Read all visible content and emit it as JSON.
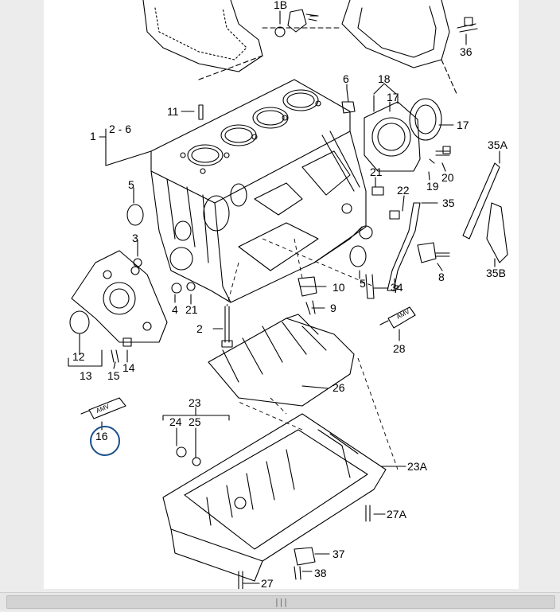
{
  "callouts": {
    "c1B": "1B",
    "c36": "36",
    "c6": "6",
    "c18": "18",
    "c17a": "17",
    "c17b": "17",
    "c11": "11",
    "c1": "1",
    "c2_6": "2 - 6",
    "c35A": "35A",
    "c20": "20",
    "c19": "19",
    "c21a": "21",
    "c22": "22",
    "c35": "35",
    "c5a": "5",
    "c3": "3",
    "c5b": "5",
    "c7": "7",
    "c8": "8",
    "c35B": "35B",
    "c10": "10",
    "c34": "34",
    "c4": "4",
    "c21b": "21",
    "c9": "9",
    "c2": "2",
    "c28": "28",
    "c12": "12",
    "c14": "14",
    "c13": "13",
    "c15": "15",
    "c26": "26",
    "c16": "16",
    "c23": "23",
    "c24": "24",
    "c25": "25",
    "c23A": "23A",
    "c27A": "27A",
    "c37": "37",
    "c38": "38",
    "c27": "27"
  },
  "tube_labels": {
    "t28": "AMV",
    "t16": "AMV"
  },
  "highlight_color": "#1b4f8a",
  "scrollbar": {
    "grip": "|||"
  }
}
